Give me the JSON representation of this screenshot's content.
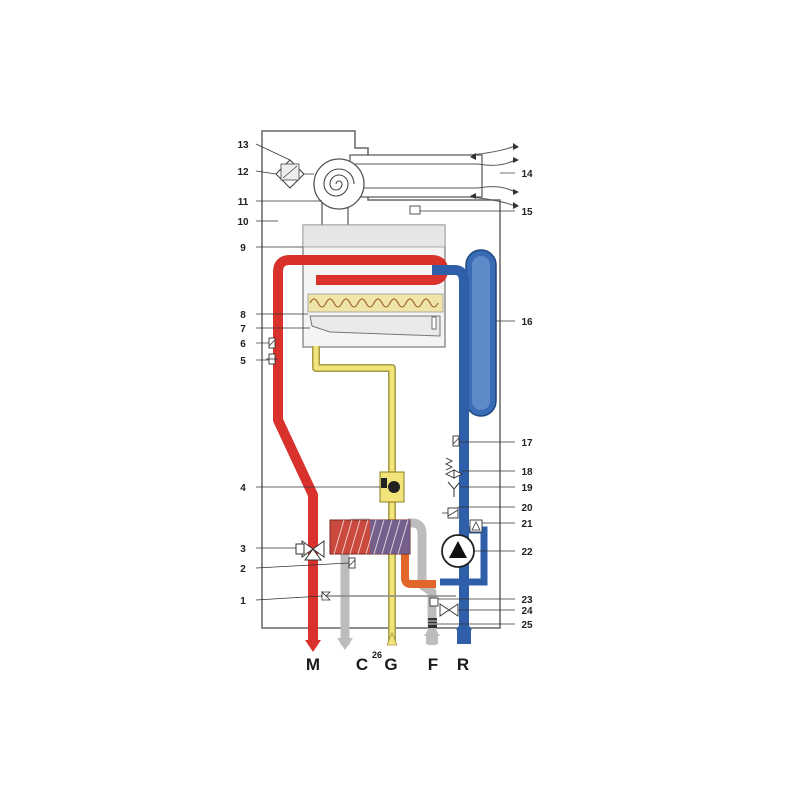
{
  "callouts": {
    "n1": "1",
    "n2": "2",
    "n3": "3",
    "n4": "4",
    "n5": "5",
    "n6": "6",
    "n7": "7",
    "n8": "8",
    "n9": "9",
    "n10": "10",
    "n11": "11",
    "n12": "12",
    "n13": "13",
    "n14": "14",
    "n15": "15",
    "n16": "16",
    "n17": "17",
    "n18": "18",
    "n19": "19",
    "n20": "20",
    "n21": "21",
    "n22": "22",
    "n23": "23",
    "n24": "24",
    "n25": "25",
    "n26": "26"
  },
  "ports": {
    "m": "M",
    "c": "C",
    "g": "G",
    "f": "F",
    "r": "R"
  },
  "colors": {
    "flow_hot": "#d9312b",
    "return_cold": "#2e5fa8",
    "gas": "#f2e37a",
    "domestic": "#bcbcbc",
    "inlet_orange": "#e0662a",
    "outline": "#666666"
  }
}
